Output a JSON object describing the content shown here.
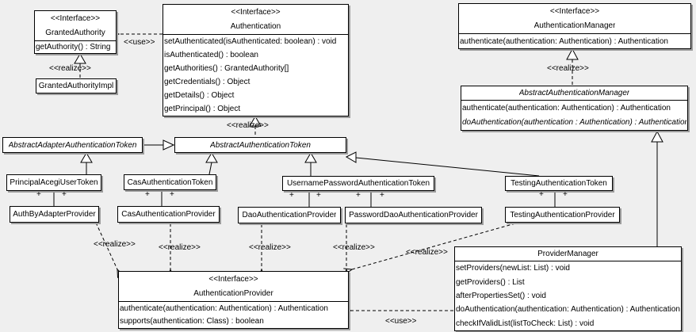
{
  "labels": {
    "use": "<<use>>",
    "realize": "<<realize>>",
    "plus": "+"
  },
  "colors": {
    "background": "#efefef",
    "box_fill": "#ffffff",
    "box_border": "#000000",
    "shadow": "#9c9c9c"
  },
  "classes": {
    "granted_authority": {
      "stereotype": "<<Interface>>",
      "name": "GrantedAuthority",
      "methods": [
        "getAuthority() : String"
      ]
    },
    "granted_authority_impl": {
      "name": "GrantedAuthorityImpl"
    },
    "authentication": {
      "stereotype": "<<Interface>>",
      "name": "Authentication",
      "methods": [
        "setAuthenticated(isAuthenticated: boolean) : void",
        "isAuthenticated() : boolean",
        "getAuthorities() : GrantedAuthority[]",
        "getCredentials() : Object",
        "getDetails() : Object",
        "getPrincipal() : Object"
      ]
    },
    "authentication_manager": {
      "stereotype": "<<Interface>>",
      "name": "AuthenticationManager",
      "methods": [
        "authenticate(authentication: Authentication) : Authentication"
      ]
    },
    "abstract_authentication_manager": {
      "name": "AbstractAuthenticationManager",
      "abstract": true,
      "methods": [
        "authenticate(authentication: Authentication) : Authentication",
        "doAuthentication(authentication : Authentication) : Authentication"
      ]
    },
    "abstract_adapter_authentication_token": {
      "name": "AbstractAdapterAuthenticationToken",
      "abstract": true
    },
    "abstract_authentication_token": {
      "name": "AbstractAuthenticationToken",
      "abstract": true
    },
    "principal_acegi_user_token": {
      "name": "PrincipalAcegiUserToken"
    },
    "cas_authentication_token": {
      "name": "CasAuthenticationToken"
    },
    "username_password_authentication_token": {
      "name": "UsernamePasswordAuthenticationToken"
    },
    "testing_authentication_token": {
      "name": "TestingAuthenticationToken"
    },
    "auth_by_adapter_provider": {
      "name": "AuthByAdapterProvider"
    },
    "cas_authentication_provider": {
      "name": "CasAuthenticationProvider"
    },
    "dao_authentication_provider": {
      "name": "DaoAuthenticationProvider"
    },
    "password_dao_authentication_provider": {
      "name": "PasswordDaoAuthenticationProvider"
    },
    "testing_authentication_provider": {
      "name": "TestingAuthenticationProvider"
    },
    "authentication_provider": {
      "stereotype": "<<Interface>>",
      "name": "AuthenticationProvider",
      "methods": [
        "authenticate(authentication: Authentication) : Authentication",
        "supports(authentication: Class) : boolean"
      ]
    },
    "provider_manager": {
      "name": "ProviderManager",
      "methods": [
        "setProviders(newList: List) : void",
        "getProviders() : List",
        "afterPropertiesSet() : void",
        "doAuthentication(authentication: Authentication) : Authentication",
        "checkIfValidList(listToCheck: List) : void"
      ]
    }
  },
  "relations": [
    {
      "from": "Authentication",
      "to": "GrantedAuthority",
      "type": "use"
    },
    {
      "from": "GrantedAuthorityImpl",
      "to": "GrantedAuthority",
      "type": "realize"
    },
    {
      "from": "AbstractAuthenticationToken",
      "to": "Authentication",
      "type": "realize"
    },
    {
      "from": "AbstractAdapterAuthenticationToken",
      "to": "AbstractAuthenticationToken",
      "type": "generalization"
    },
    {
      "from": "PrincipalAcegiUserToken",
      "to": "AbstractAdapterAuthenticationToken",
      "type": "generalization"
    },
    {
      "from": "CasAuthenticationToken",
      "to": "AbstractAuthenticationToken",
      "type": "generalization"
    },
    {
      "from": "UsernamePasswordAuthenticationToken",
      "to": "AbstractAuthenticationToken",
      "type": "generalization"
    },
    {
      "from": "TestingAuthenticationToken",
      "to": "AbstractAuthenticationToken",
      "type": "generalization"
    },
    {
      "from": "AbstractAuthenticationManager",
      "to": "AuthenticationManager",
      "type": "realize"
    },
    {
      "from": "ProviderManager",
      "to": "AbstractAuthenticationManager",
      "type": "generalization"
    },
    {
      "from": "PrincipalAcegiUserToken",
      "to": "AuthByAdapterProvider",
      "type": "association"
    },
    {
      "from": "CasAuthenticationToken",
      "to": "CasAuthenticationProvider",
      "type": "association"
    },
    {
      "from": "UsernamePasswordAuthenticationToken",
      "to": "DaoAuthenticationProvider",
      "type": "association"
    },
    {
      "from": "UsernamePasswordAuthenticationToken",
      "to": "PasswordDaoAuthenticationProvider",
      "type": "association"
    },
    {
      "from": "TestingAuthenticationToken",
      "to": "TestingAuthenticationProvider",
      "type": "association"
    },
    {
      "from": "AuthByAdapterProvider",
      "to": "AuthenticationProvider",
      "type": "realize"
    },
    {
      "from": "CasAuthenticationProvider",
      "to": "AuthenticationProvider",
      "type": "realize"
    },
    {
      "from": "DaoAuthenticationProvider",
      "to": "AuthenticationProvider",
      "type": "realize"
    },
    {
      "from": "PasswordDaoAuthenticationProvider",
      "to": "AuthenticationProvider",
      "type": "realize"
    },
    {
      "from": "TestingAuthenticationProvider",
      "to": "AuthenticationProvider",
      "type": "realize"
    },
    {
      "from": "ProviderManager",
      "to": "AuthenticationProvider",
      "type": "use"
    }
  ]
}
